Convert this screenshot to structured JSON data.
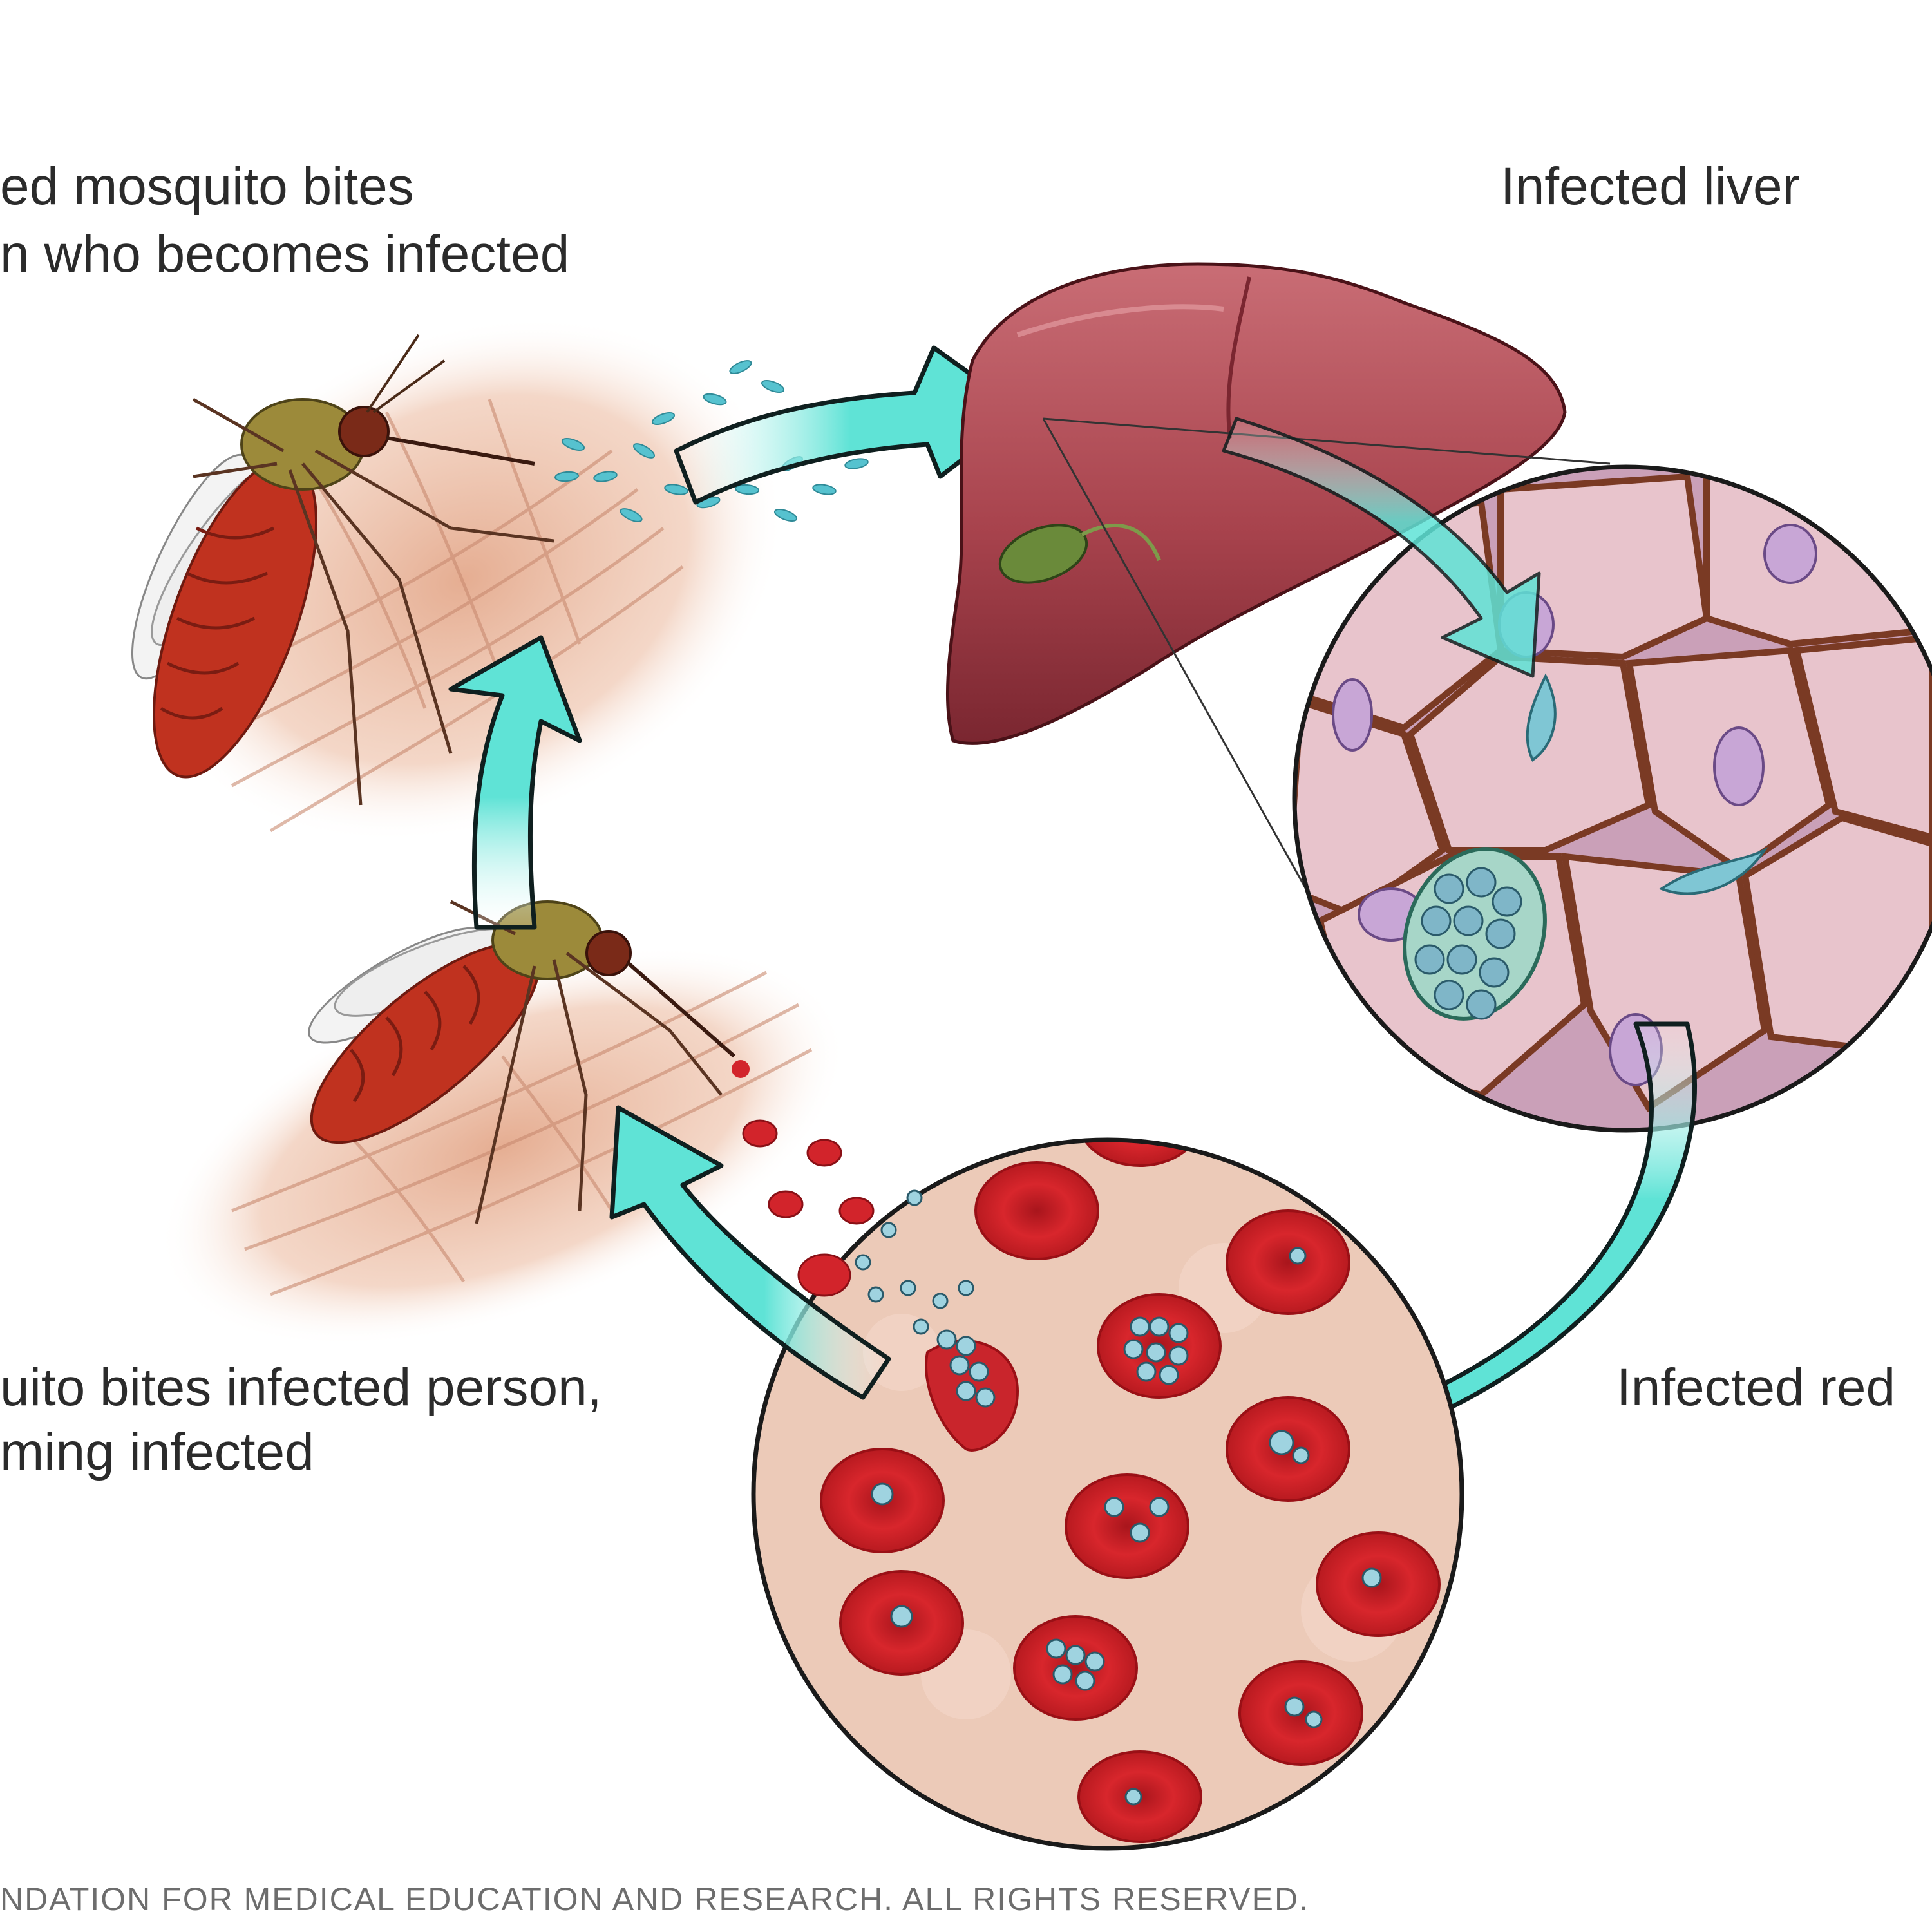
{
  "labels": {
    "step_mosquito_bites_person_line1": "ed mosquito bites",
    "step_mosquito_bites_person_line2": "n who becomes infected",
    "step_infected_liver": "Infected liver",
    "step_mosquito_bites_infected_line1": "uito bites infected person,",
    "step_mosquito_bites_infected_line2": "ming infected",
    "step_infected_red": "Infected red"
  },
  "footer": {
    "copyright": "NDATION FOR MEDICAL EDUCATION AND RESEARCH. ALL RIGHTS RESERVED."
  },
  "colors": {
    "arrow": "#5fe3d6",
    "arrow_outline": "#0f1f1f",
    "liver": "#a8434d",
    "skin": "#e7b49a",
    "mosquito_body": "#c0321f",
    "red_cell": "#d2242b",
    "liver_cell": "#e5c1cc",
    "parasite": "#7fc6d4"
  }
}
